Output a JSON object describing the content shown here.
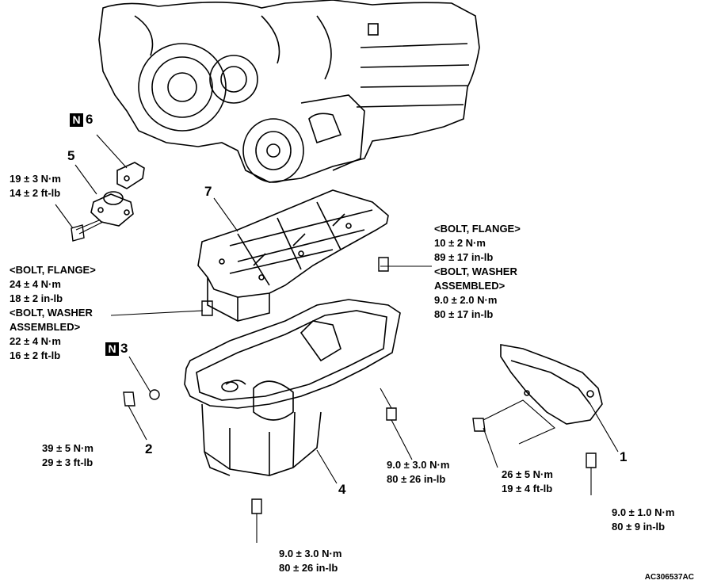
{
  "callouts": {
    "c1": {
      "number": "1"
    },
    "c2": {
      "number": "2"
    },
    "c3": {
      "badge": "N",
      "number": "3"
    },
    "c4": {
      "number": "4"
    },
    "c5": {
      "number": "5"
    },
    "c6": {
      "badge": "N",
      "number": "6"
    },
    "c7": {
      "number": "7"
    }
  },
  "torque": {
    "item5_bolt": [
      "19 ± 3 N·m",
      "14 ± 2 ft-lb"
    ],
    "baffle_bolts": [
      "<BOLT, FLANGE>",
      "24 ± 4 N·m",
      "18 ± 2 in-lb",
      "<BOLT, WASHER",
      "ASSEMBLED>",
      "22 ± 4 N·m",
      "16 ± 2 ft-lb"
    ],
    "upper_right_bolt": [
      "<BOLT, FLANGE>",
      "10 ± 2 N·m",
      "89 ± 17 in-lb",
      "<BOLT, WASHER",
      "ASSEMBLED>",
      "9.0 ± 2.0 N·m",
      "80 ± 17 in-lb"
    ],
    "drain_plug": [
      "39 ± 5 N·m",
      "29 ± 3 ft-lb"
    ],
    "pan_right_bolt": [
      "9.0 ± 3.0 N·m",
      "80 ± 26 in-lb"
    ],
    "pan_bottom_bolt": [
      "9.0 ± 3.0 N·m",
      "80 ± 26 in-lb"
    ],
    "cover_bolt": [
      "26 ± 5 N·m",
      "19 ± 4 ft-lb"
    ],
    "cover_lower_bolt": [
      "9.0 ± 1.0 N·m",
      "80 ± 9 in-lb"
    ]
  },
  "figure_ref": "AC306537AC"
}
